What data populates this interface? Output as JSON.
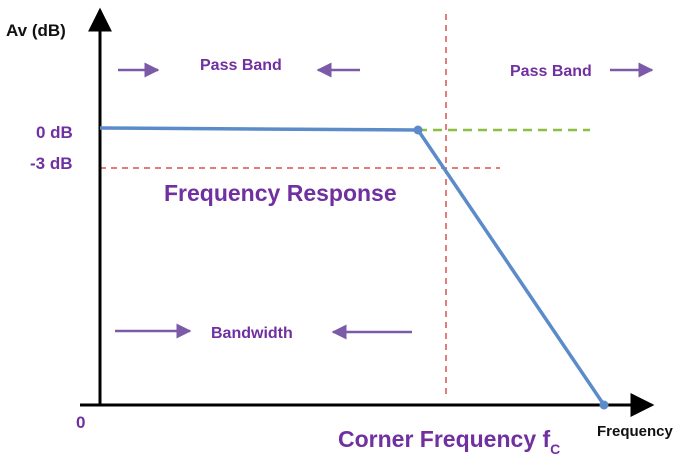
{
  "axes": {
    "y_label": "Av (dB)",
    "x_label": "Frequency",
    "origin_label": "0"
  },
  "levels": {
    "zero_db": "0 dB",
    "minus3_db": "-3 dB"
  },
  "annotations": {
    "pass_band_left": "Pass Band",
    "pass_band_right": "Pass Band",
    "bandwidth": "Bandwidth",
    "title": "Frequency Response",
    "corner_frequency": "Corner Frequency f",
    "corner_subscript": "C"
  },
  "colors": {
    "axis": "#000000",
    "response_curve": "#5b8cc9",
    "corner_marker_line": "#d9534f",
    "zero_db_extension": "#8cbf3f",
    "annotation": "#7030a0"
  }
}
